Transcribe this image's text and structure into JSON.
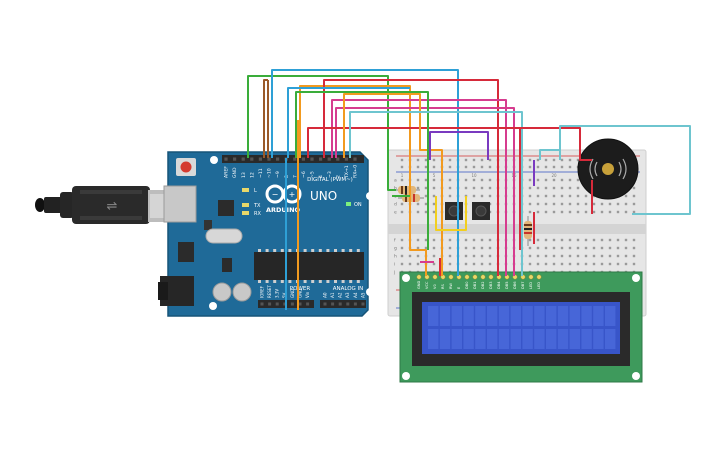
{
  "arduino": {
    "brand": "ARDUINO",
    "model": "UNO",
    "digital_label": "DIGITAL (PWM~)",
    "power_label": "POWER",
    "analog_label": "ANALOG IN",
    "on_label": "ON",
    "led_labels": [
      "L",
      "TX",
      "RX"
    ],
    "top_pins": [
      "AREF",
      "GND",
      "13",
      "12",
      "~11",
      "~10",
      "~9",
      "8",
      "7",
      "~6",
      "~5",
      "4",
      "~3",
      "2",
      "TX→1",
      "RX←0"
    ],
    "power_pins": [
      "IOREF",
      "RESET",
      "3.3V",
      "5V",
      "GND",
      "GND",
      "Vin"
    ],
    "analog_pins": [
      "A0",
      "A1",
      "A2",
      "A3",
      "A4",
      "A5"
    ]
  },
  "breadboard": {
    "row_numbers": [
      "1",
      "5",
      "10",
      "15",
      "20",
      "25",
      "30"
    ],
    "col_letters": [
      "a",
      "b",
      "c",
      "d",
      "e",
      "f",
      "g",
      "h",
      "i",
      "j"
    ]
  },
  "lcd": {
    "pins": [
      "GND",
      "VCC",
      "V0",
      "RS",
      "RW",
      "E",
      "DB0",
      "DB1",
      "DB2",
      "DB3",
      "DB4",
      "DB5",
      "DB6",
      "DB7",
      "LED",
      "LED"
    ]
  },
  "colors": {
    "arduino_board": "#1f6a98",
    "breadboard": "#e6e6e6",
    "lcd_pcb": "#3e9a5c",
    "lcd_screen": "#3855c9",
    "wire_red": "#d62a3a",
    "wire_blue": "#2ea0d6",
    "wire_green": "#3aad3a",
    "wire_orange": "#f29a1f",
    "wire_brown": "#9a5a2a",
    "wire_pink": "#d63c8f",
    "wire_purple": "#7a3ac0",
    "wire_yellow": "#f2cf1f",
    "wire_cyan": "#6ec5cf"
  }
}
